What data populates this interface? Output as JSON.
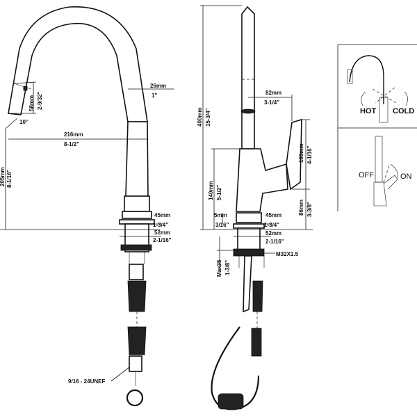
{
  "front_view": {
    "spout_head_height_mm": "58mm",
    "spout_head_height_in": "2-9/32\"",
    "spray_angle": "10°",
    "spout_width_mm": "26mm",
    "spout_width_in": "1\"",
    "spout_reach_mm": "216mm",
    "spout_reach_in": "8-1/2\"",
    "left_height_mm": "205mm",
    "left_height_in": "8-1/16\"",
    "base_dia_mm": "45mm",
    "base_dia_in": "1-3/4\"",
    "flange_dia_mm": "52mm",
    "flange_dia_in": "2-1/16\"",
    "hose_thread": "9/16 - 24UNEF"
  },
  "side_view": {
    "total_height_mm": "400mm",
    "total_height_in": "15-3/4\"",
    "lever_offset_mm": "82mm",
    "lever_offset_in": "3-1/4\"",
    "lever_height_mm": "103mm",
    "lever_height_in": "4-1/16\"",
    "body_height_mm": "140mm",
    "body_height_in": "5-1/2\"",
    "base_plate_mm": "5mm",
    "base_plate_in": "3/16\"",
    "lever_base_mm": "86mm",
    "lever_base_in": "3-3/8\"",
    "base_dia_mm": "45mm",
    "base_dia_in": "1-3/4\"",
    "flange_dia_mm": "52mm",
    "flange_dia_in": "2-1/16\"",
    "thread": "M32X1.5",
    "deck_max_mm": "Max35",
    "deck_max_in": "1-3/8\""
  },
  "legend": {
    "hot": "HOT",
    "cold": "COLD",
    "off": "OFF",
    "on": "ON"
  }
}
